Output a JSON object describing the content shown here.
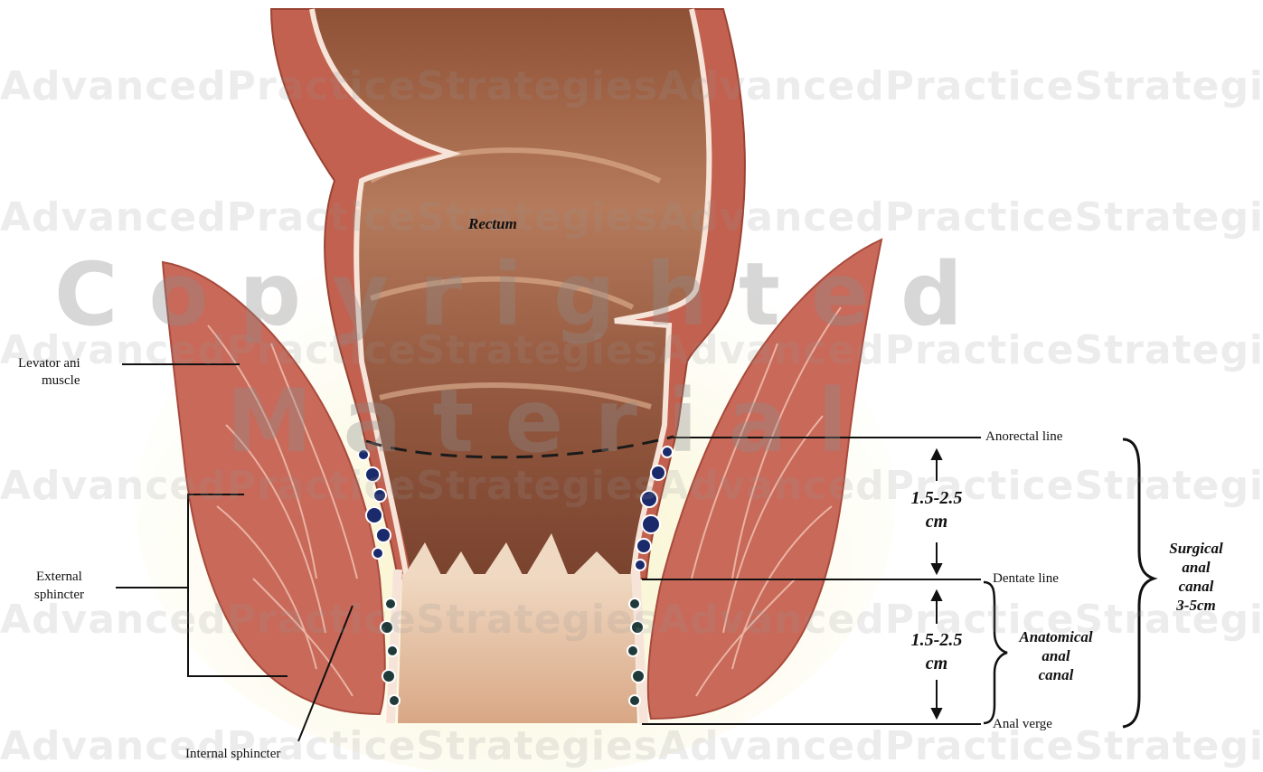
{
  "labels": {
    "rectum": "Rectum",
    "levator_line1": "Levator ani",
    "levator_line2": "muscle",
    "external_line1": "External",
    "external_line2": "sphincter",
    "internal": "Internal sphincter",
    "anorectal": "Anorectal line",
    "dentate": "Dentate line",
    "anal_verge": "Anal verge",
    "measure_upper_1": "1.5-2.5",
    "measure_upper_2": "cm",
    "measure_lower_1": "1.5-2.5",
    "measure_lower_2": "cm",
    "anatomical_1": "Anatomical",
    "anatomical_2": "anal",
    "anatomical_3": "canal",
    "surgical_1": "Surgical",
    "surgical_2": "anal",
    "surgical_3": "canal",
    "surgical_4": "3-5cm"
  },
  "watermark": {
    "row_text": "AdvancedPracticeStrategiesAdvancedPracticeStrategies",
    "big_line1": "Copyrighted",
    "big_line2": "Material"
  },
  "colors": {
    "muscle": "#c9695a",
    "muscle_dark": "#a84a3c",
    "lumen": "#a86a4e",
    "lumen_light": "#d9a98a",
    "fat": "#efe6a6",
    "mucosa_edge": "#f3ddcf",
    "vein": "#1b2a6b"
  }
}
